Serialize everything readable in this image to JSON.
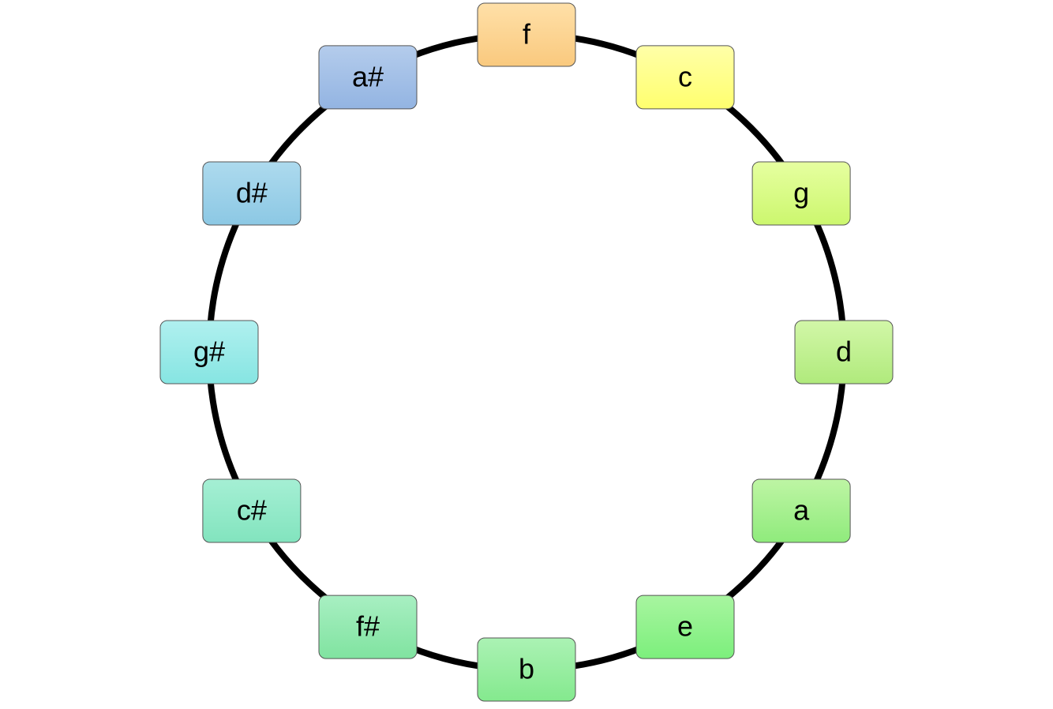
{
  "diagram": {
    "nodes": [
      {
        "label": "f",
        "color_top": "#FFE0A8",
        "color_bottom": "#F9C97E"
      },
      {
        "label": "c",
        "color_top": "#FFFFA8",
        "color_bottom": "#FFFF6E"
      },
      {
        "label": "g",
        "color_top": "#E6FFA0",
        "color_bottom": "#CCF76E"
      },
      {
        "label": "d",
        "color_top": "#D2F7A8",
        "color_bottom": "#B0EA7C"
      },
      {
        "label": "a",
        "color_top": "#BEF5A4",
        "color_bottom": "#8FEB7C"
      },
      {
        "label": "e",
        "color_top": "#A8F5A0",
        "color_bottom": "#7CEF7C"
      },
      {
        "label": "b",
        "color_top": "#ABF2B4",
        "color_bottom": "#84E98E"
      },
      {
        "label": "f#",
        "color_top": "#A8EFC2",
        "color_bottom": "#80E3A0"
      },
      {
        "label": "c#",
        "color_top": "#A5EFD4",
        "color_bottom": "#82E4BE"
      },
      {
        "label": "g#",
        "color_top": "#B0F0EF",
        "color_bottom": "#86E5E2"
      },
      {
        "label": "d#",
        "color_top": "#ADDAEE",
        "color_bottom": "#8CC8E4"
      },
      {
        "label": "a#",
        "color_top": "#B4CCEC",
        "color_bottom": "#93B4E2"
      }
    ],
    "ring_color": "#000000",
    "node_border_color": "#555555"
  }
}
